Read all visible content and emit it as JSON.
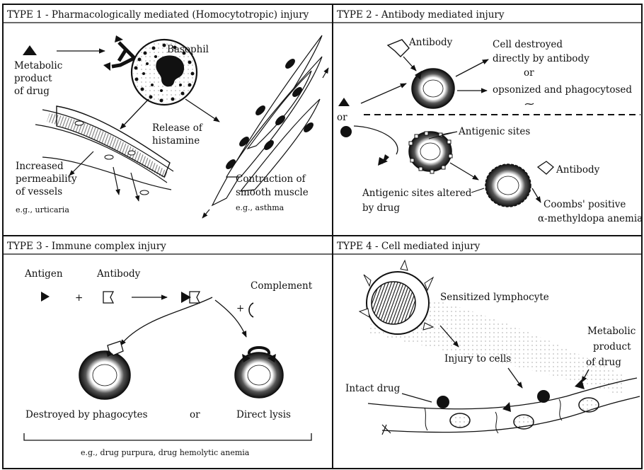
{
  "panels": {
    "type1": {
      "header": "TYPE 1 - Pharmacologically mediated (Homocytotropic) injury",
      "metabolic": [
        "Metabolic",
        "product",
        "of drug"
      ],
      "basophil": "Basophil",
      "release": [
        "Release of",
        "histamine"
      ],
      "permeability": [
        "Increased",
        "permeability",
        "of vessels"
      ],
      "permeability_eg": "e.g., urticaria",
      "contraction": [
        "Contraction of",
        "smooth muscle"
      ],
      "contraction_eg": "e.g., asthma"
    },
    "type2": {
      "header": "TYPE 2 - Antibody mediated injury",
      "antibody_top": "Antibody",
      "destroyed": [
        "Cell destroyed",
        "directly by antibody",
        "or"
      ],
      "opsonized": "opsonized and phagocytosed",
      "or": "or",
      "antigenic_sites": "Antigenic sites",
      "antibody_bottom": "Antibody",
      "altered": [
        "Antigenic sites altered",
        "by drug"
      ],
      "coombs": [
        "Coombs' positive",
        "α-methyldopa anemia"
      ]
    },
    "type3": {
      "header": "TYPE 3 - Immune complex injury",
      "antigen": "Antigen",
      "antibody": "Antibody",
      "plus1": "+",
      "complement": "Complement",
      "plus2": "+",
      "destroyed": "Destroyed by phagocytes",
      "or": "or",
      "lysis": "Direct lysis",
      "eg": "e.g., drug purpura, drug hemolytic anemia"
    },
    "type4": {
      "header": "TYPE 4 - Cell mediated injury",
      "lymphocyte": "Sensitized lymphocyte",
      "metabolic": [
        "Metabolic",
        "product",
        "of drug"
      ],
      "injury": "Injury to cells",
      "intact": "Intact drug"
    }
  }
}
